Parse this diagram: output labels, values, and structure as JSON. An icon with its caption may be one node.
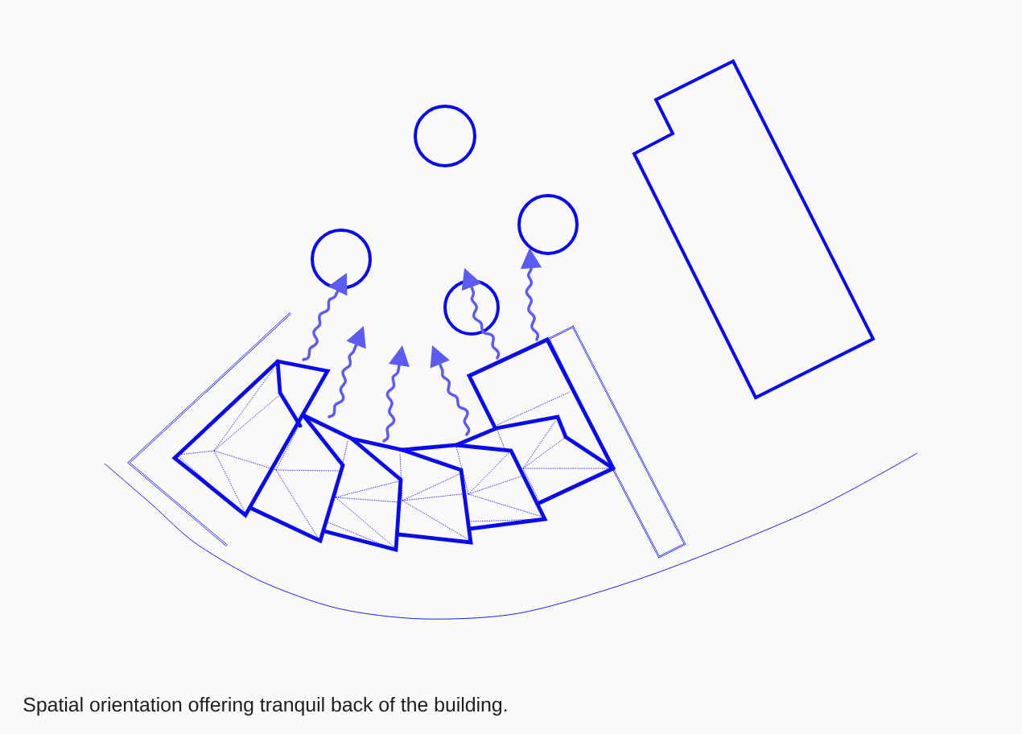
{
  "diagram": {
    "nodes": [
      {
        "text": [],
        "shape": "circle"
      },
      {
        "text": [],
        "shape": "box"
      },
      {
        "text": [],
        "shape": "circle"
      },
      {
        "text": [],
        "shape": "circle"
      },
      {
        "text": [],
        "shape": "circle"
      },
      {
        "text": [],
        "shape": "picture"
      }
    ],
    "edges": [
      {
        "from": 5,
        "to": 2,
        "arrow": "to"
      },
      {
        "from": 5,
        "to": null,
        "arrow": "to"
      },
      {
        "from": 5,
        "to": null,
        "arrow": "to"
      },
      {
        "from": 5,
        "to": null,
        "arrow": "to"
      },
      {
        "from": 5,
        "to": 4,
        "arrow": "to"
      },
      {
        "from": 5,
        "to": 3,
        "arrow": "to"
      }
    ],
    "caption": "Spatial orientation offering tranquil back of the building."
  }
}
